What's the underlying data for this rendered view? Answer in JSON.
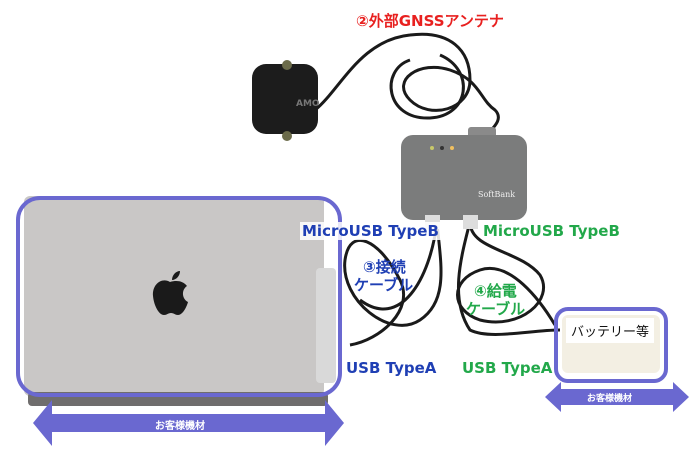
{
  "antenna_label": "②外部GNSSアンテナ",
  "router": {
    "brand": "SoftBank"
  },
  "antenna_brand": "AMO",
  "connect_cable": {
    "connector_top": "MicroUSB TypeB",
    "label_line1": "③接続",
    "label_line2": "ケーブル",
    "connector_bottom": "USB TypeA"
  },
  "power_cable": {
    "connector_top": "MicroUSB TypeB",
    "label_line1": "④給電",
    "label_line2": "ケーブル",
    "connector_bottom": "USB TypeA"
  },
  "battery_label": "バッテリー等",
  "customer_equipment_left": "お客様機材",
  "customer_equipment_right": "お客様機材",
  "colors": {
    "accent_purple": "#6a68d0",
    "blue": "#1f3fb4",
    "green": "#22a84a",
    "red": "#e8201f"
  }
}
